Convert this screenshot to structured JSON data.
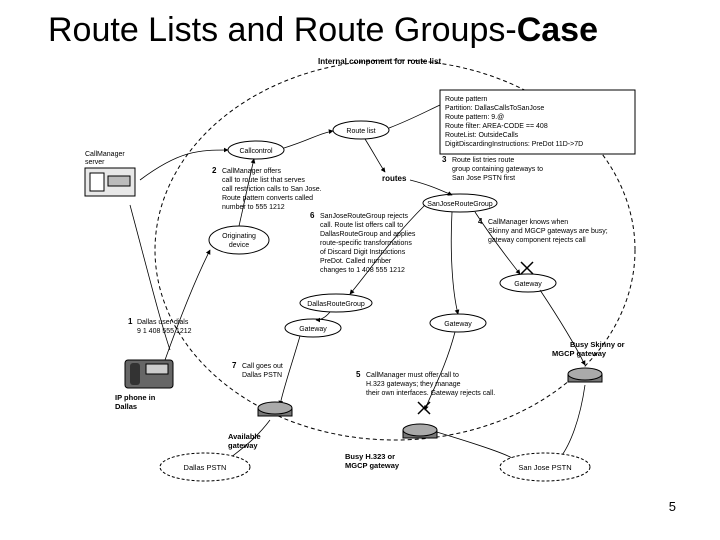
{
  "title": {
    "text": "Route Lists and Route Groups-",
    "emphasis": "Case"
  },
  "diagram_title": "Internal component for route list",
  "route_pattern_box": [
    "Route pattern",
    "Partition: DallasCallsToSanJose",
    "Route pattern: 9.@",
    "Route filter: AREA-CODE == 408",
    "RouteList: OutsideCalls",
    "DigitDiscardingInstructions: PreDot 11D->7D"
  ],
  "nodes": {
    "route_list": "Route list",
    "callcontrol": "Callcontrol",
    "routes": "routes",
    "sanjose_route_group": "SanJoseRouteGroup",
    "originating_device": [
      "Originating",
      "device"
    ],
    "dallas_route_group": "DallasRouteGroup",
    "gateway_left": "Gateway",
    "gateway_mid": "Gateway",
    "gateway_right": "Gateway",
    "callmanager_server": [
      "CallManager",
      "server"
    ],
    "ip_phone": [
      "IP phone in",
      "Dallas"
    ],
    "available_gateway": [
      "Available",
      "gateway"
    ],
    "busy_h323": [
      "Busy H.323 or",
      "MGCP gateway"
    ],
    "busy_skinny": [
      "Busy Skinny or",
      "MGCP gateway"
    ],
    "dallas_pstn": "Dallas PSTN",
    "sanjose_pstn": "San Jose PSTN"
  },
  "steps": {
    "step1": {
      "num": "1",
      "lines": [
        "Dallas user dials",
        "9 1 408 555 1212"
      ]
    },
    "step2": {
      "num": "2",
      "lines": [
        "CallManager offers",
        "call to route list that serves",
        "call restriction calls to San Jose.",
        "Route pattern converts called",
        "number to 555 1212"
      ]
    },
    "step3": {
      "num": "3",
      "lines": [
        "Route list tries route",
        "group containing gateways to",
        "San Jose PSTN first"
      ]
    },
    "step4": {
      "num": "4",
      "lines": [
        "CallManager knows when",
        "Skinny and MGCP gateways are busy;",
        "gateway component rejects call"
      ]
    },
    "step5": {
      "num": "5",
      "lines": [
        "CallManager must offer call to",
        "H.323 gateways; they manage",
        "their own interfaces. Gateway rejects call."
      ]
    },
    "step6": {
      "num": "6",
      "lines": [
        "SanJoseRouteGroup rejects",
        "call. Route list offers call to",
        "DallasRouteGroup and applies",
        "route-specific transformations",
        "of Discard Digit Instructions",
        "PreDot. Called number",
        "changes to 1 408 555 1212"
      ]
    },
    "step7": {
      "num": "7",
      "lines": [
        "Call goes out",
        "Dallas PSTN"
      ]
    }
  },
  "page_number": "5"
}
